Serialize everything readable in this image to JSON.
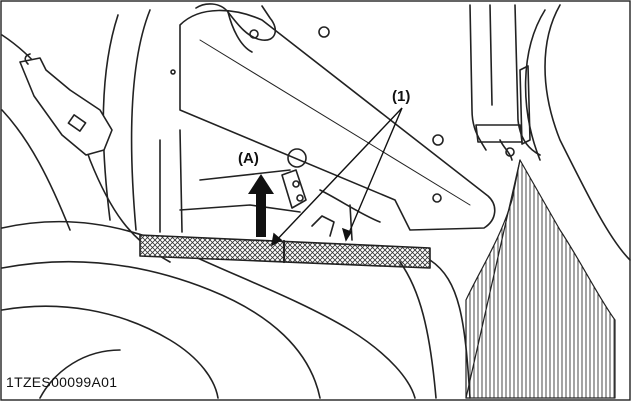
{
  "figure": {
    "id": "1TZES00099A01",
    "callout_number": "(1)",
    "callout_direction": "(A)"
  }
}
